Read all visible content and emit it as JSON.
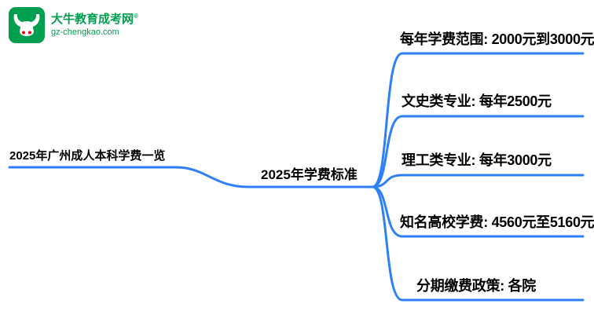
{
  "logo": {
    "title": "大牛教育成考网",
    "reg_mark": "®",
    "url": "gz-chengkao.com"
  },
  "mindmap": {
    "root": "2025年广州成人本科学费一览",
    "center": "2025年学费标准",
    "branches": [
      {
        "label": "每年学费范围: 2000元到3000元"
      },
      {
        "label": "文史类专业: 每年2500元"
      },
      {
        "label": "理工类专业: 每年3000元"
      },
      {
        "label": "知名高校学费: 4560元至5160元"
      },
      {
        "label": "分期缴费政策: 各院"
      }
    ]
  },
  "colors": {
    "line_blue": "#2f7ff7",
    "logo_green": "#009e4f",
    "accent_red": "#e60012",
    "text": "#000000"
  }
}
